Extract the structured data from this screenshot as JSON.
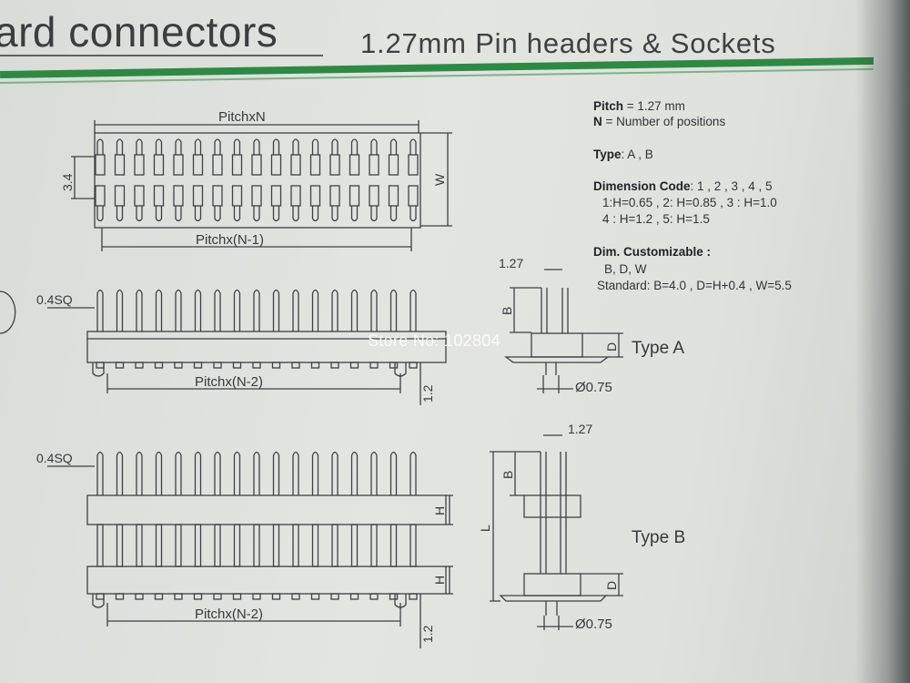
{
  "header": {
    "category_title": "ard connectors",
    "product_title": "1.27mm Pin headers & Sockets"
  },
  "spec_notes": {
    "pitch_key": "Pitch",
    "pitch_value": " = 1.27  mm",
    "n_key": "N",
    "n_value": " = Number of positions",
    "type_key": "Type",
    "type_value": ": A , B",
    "dimension_code_key": "Dimension Code",
    "dimension_code_value": ": 1 , 2 , 3 , 4 , 5",
    "dimension_line_1": "1:H=0.65  , 2: H=0.85  , 3 : H=1.0",
    "dimension_line_2": "4 : H=1.2  , 5: H=1.5",
    "customizable_key": "Dim. Customizable :",
    "customizable_value": "B, D, W",
    "standard_line": "Standard: B=4.0 , D=H+0.4 , W=5.5"
  },
  "top_view": {
    "pitch_n_label": "PitchxN",
    "pitch_n1_label": "Pitchx(N-1)",
    "row_spacing_label": "3.4",
    "width_label": "W"
  },
  "type_a_front": {
    "pin_size_label": "0.4SQ",
    "pitch_n2_label": "Pitchx(N-2)",
    "tail_label": "1.2"
  },
  "type_a_side": {
    "pitch_label": "1.27",
    "b_label": "B",
    "d_label": "D",
    "diameter_label": "Ø0.75",
    "type_label": "Type  A"
  },
  "type_b_front": {
    "pin_size_label": "0.4SQ",
    "h_label_upper": "H",
    "h_label_lower": "H",
    "pitch_n2_label": "Pitchx(N-2)",
    "tail_label": "1.2"
  },
  "type_b_side": {
    "pitch_label": "1.27",
    "b_label": "B",
    "l_label": "L",
    "d_label": "D",
    "diameter_label": "Ø0.75",
    "type_label": "Type  B"
  },
  "watermark": "Store No: 102804"
}
